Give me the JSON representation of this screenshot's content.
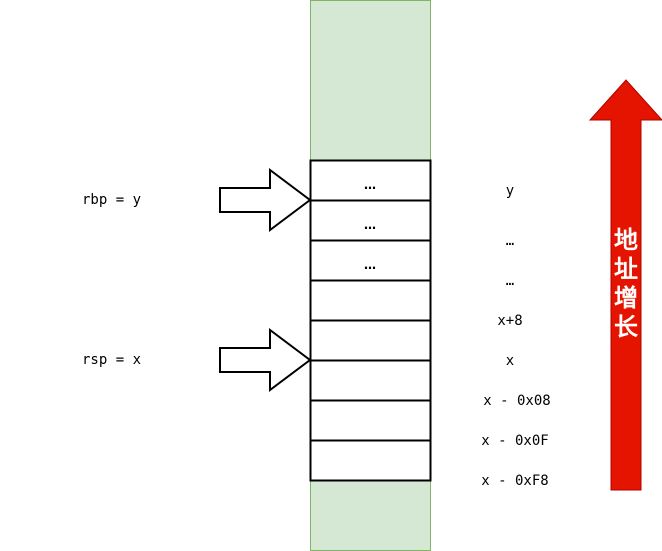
{
  "registers": {
    "rbp": "rbp = y",
    "rsp": "rsp = x"
  },
  "stack_cells": [
    "…",
    "…",
    "…",
    "",
    "",
    "",
    "",
    ""
  ],
  "addresses": [
    "y",
    "…",
    "…",
    "x+8",
    "x",
    "x - 0x08",
    "x - 0x0F",
    "x - 0xF8"
  ],
  "growth_label": [
    "地",
    "址",
    "增",
    "长"
  ],
  "colors": {
    "stack_background": "#d5e8d4",
    "stack_border": "#82b366",
    "growth_arrow": "#e51400",
    "growth_arrow_border": "#b20000"
  }
}
